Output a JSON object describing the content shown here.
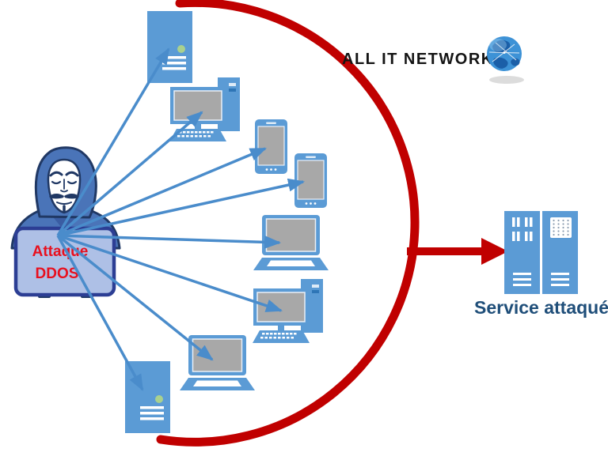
{
  "diagram": {
    "type": "ddos-attack-illustration",
    "background": "#ffffff",
    "device_count": 8
  },
  "logo": {
    "text": "ALL IT NETWORK",
    "text_color": "#141414",
    "icon": "globe-network-icon"
  },
  "attacker": {
    "label_line1": "Attaque",
    "label_line2": "DDOS",
    "label_color": "#e8101e",
    "figure": "hooded-anonymous-mask-hacker-with-laptop"
  },
  "target": {
    "label": "Service attaqué",
    "label_color": "#1f4e79",
    "figure": "server-rack-pair"
  },
  "botnet_devices": [
    {
      "id": 1,
      "type": "tower-server"
    },
    {
      "id": 2,
      "type": "desktop-computer"
    },
    {
      "id": 3,
      "type": "smartphone"
    },
    {
      "id": 4,
      "type": "smartphone"
    },
    {
      "id": 5,
      "type": "laptop"
    },
    {
      "id": 6,
      "type": "desktop-computer"
    },
    {
      "id": 7,
      "type": "laptop"
    },
    {
      "id": 8,
      "type": "tower-server"
    }
  ],
  "colors": {
    "device_blue": "#5b9bd5",
    "screen_gray": "#a8a8a8",
    "attack_arrow_blue": "#4a8ccb",
    "funnel_red": "#c00000",
    "hood_blue": "#4a74b8",
    "outline_navy": "#203864",
    "attacker_laptop_fill": "#aec0e6",
    "attacker_laptop_border": "#2c3e94",
    "led_green": "#a9d18e"
  }
}
